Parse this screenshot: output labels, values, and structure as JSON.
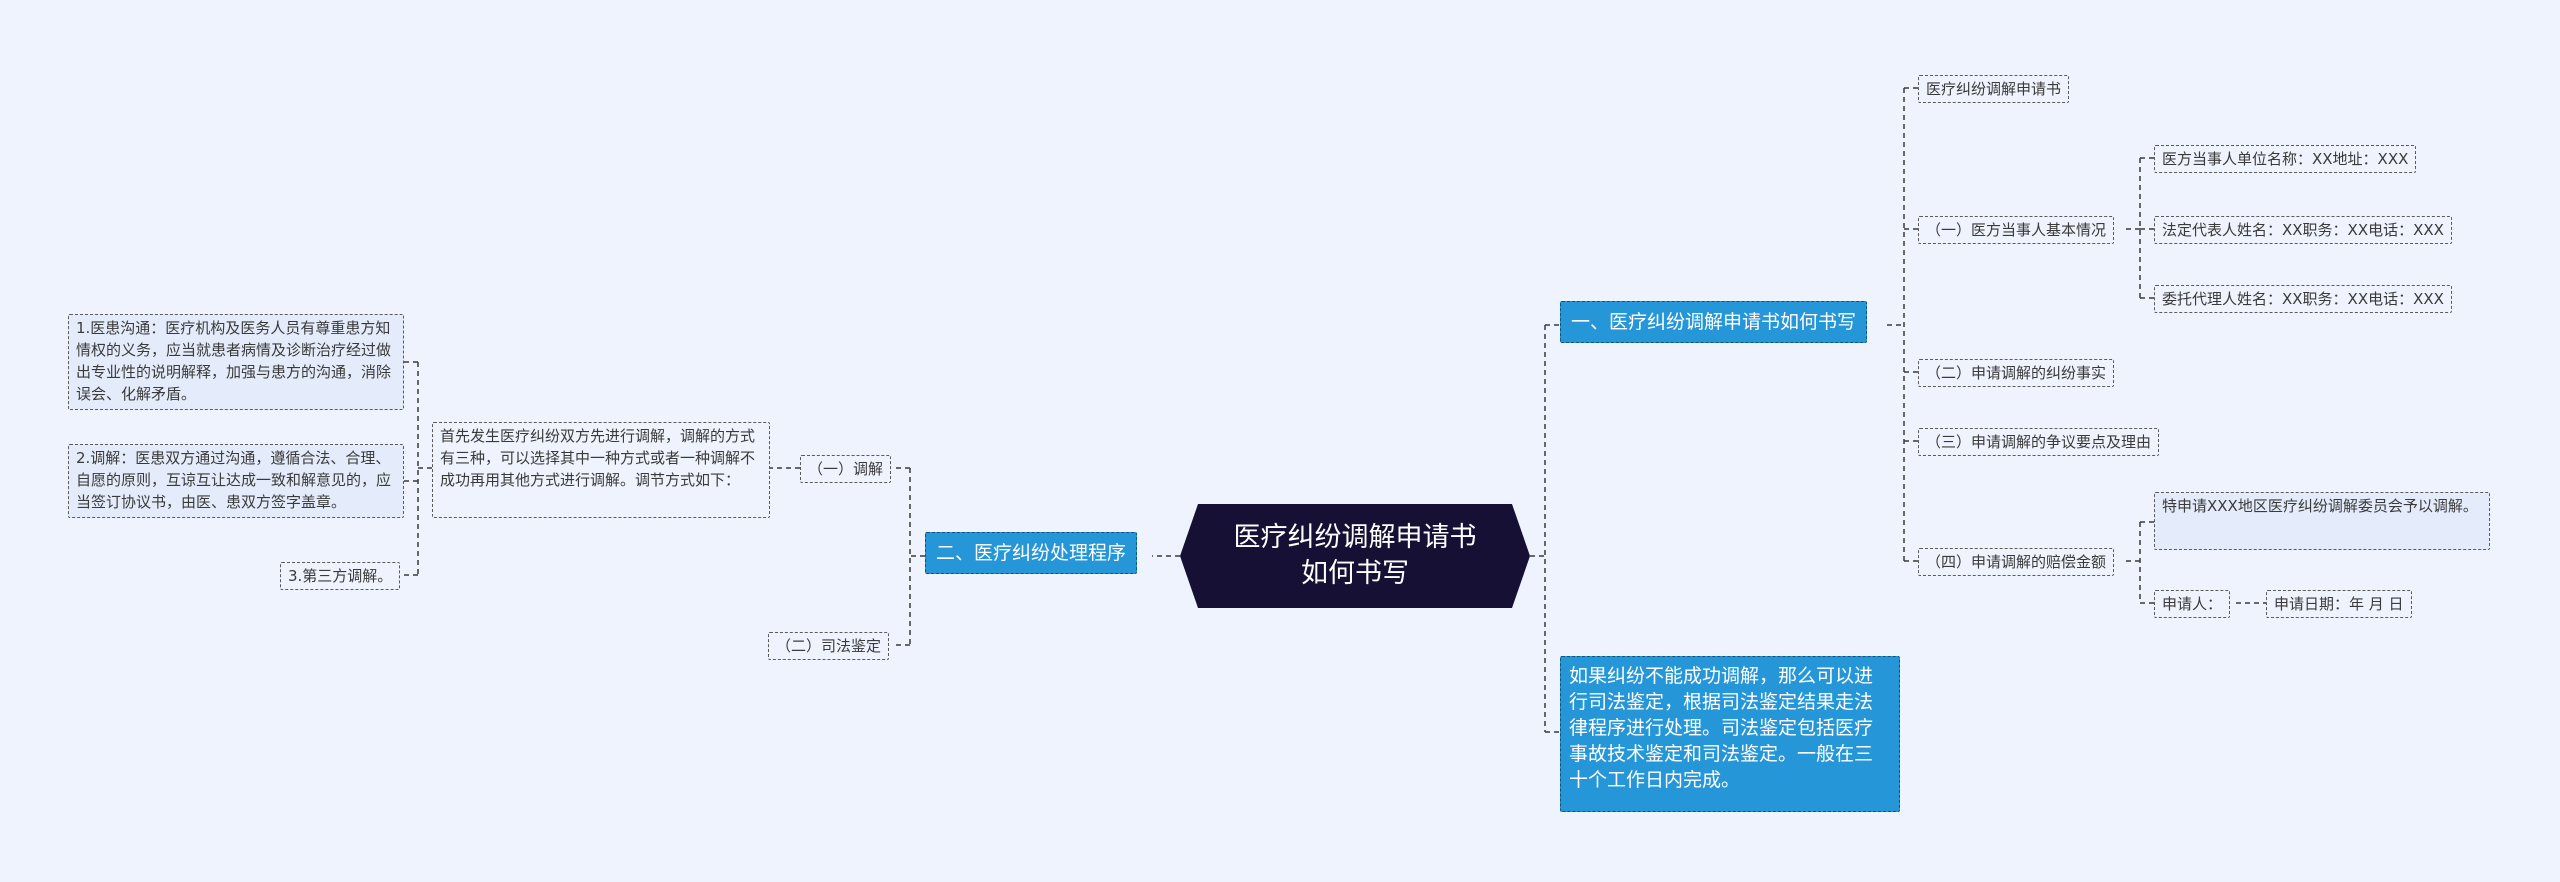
{
  "root": {
    "label": "医疗纠纷调解申请书如何书写"
  },
  "right": {
    "branch1": {
      "label": "一、医疗纠纷调解申请书如何书写",
      "title_node": "医疗纠纷调解申请书",
      "party": {
        "label": "（一）医方当事人基本情况",
        "items": [
          "医方当事人单位名称：XX地址：XXX",
          "法定代表人姓名：XX职务：XX电话：XXX",
          "委托代理人姓名：XX职务：XX电话：XXX"
        ]
      },
      "facts": "（二）申请调解的纠纷事实",
      "dispute": "（三）申请调解的争议要点及理由",
      "compensation": {
        "label": "（四）申请调解的赔偿金额",
        "request_text": "特申请XXX地区医疗纠纷调解委员会予以调解。",
        "applicant": "申请人：",
        "date": "申请日期：年 月 日"
      }
    },
    "branch2": {
      "text": "如果纠纷不能成功调解，那么可以进行司法鉴定，根据司法鉴定结果走法律程序进行处理。司法鉴定包括医疗事故技术鉴定和司法鉴定。一般在三十个工作日内完成。"
    }
  },
  "left": {
    "branch": {
      "label": "二、医疗纠纷处理程序"
    },
    "mediation": {
      "label": "（一）调解",
      "intro": "首先发生医疗纠纷双方先进行调解，调解的方式有三种，可以选择其中一种方式或者一种调解不成功再用其他方式进行调解。调节方式如下：",
      "methods": [
        "1.医患沟通：医疗机构及医务人员有尊重患方知情权的义务，应当就患者病情及诊断治疗经过做出专业性的说明解释，加强与患方的沟通，消除误会、化解矛盾。",
        "2.调解：医患双方通过沟通，遵循合法、合理、自愿的原则，互谅互让达成一致和解意见的，应当签订协议书，由医、患双方签字盖章。",
        "3.第三方调解。"
      ]
    },
    "judicial": {
      "label": "（二）司法鉴定"
    }
  },
  "colors": {
    "background": "#eef3fd",
    "root_fill": "#151034",
    "topic_fill": "#2596d8",
    "leaf_fill": "#e4ecfb",
    "line": "#3a3a3a"
  }
}
